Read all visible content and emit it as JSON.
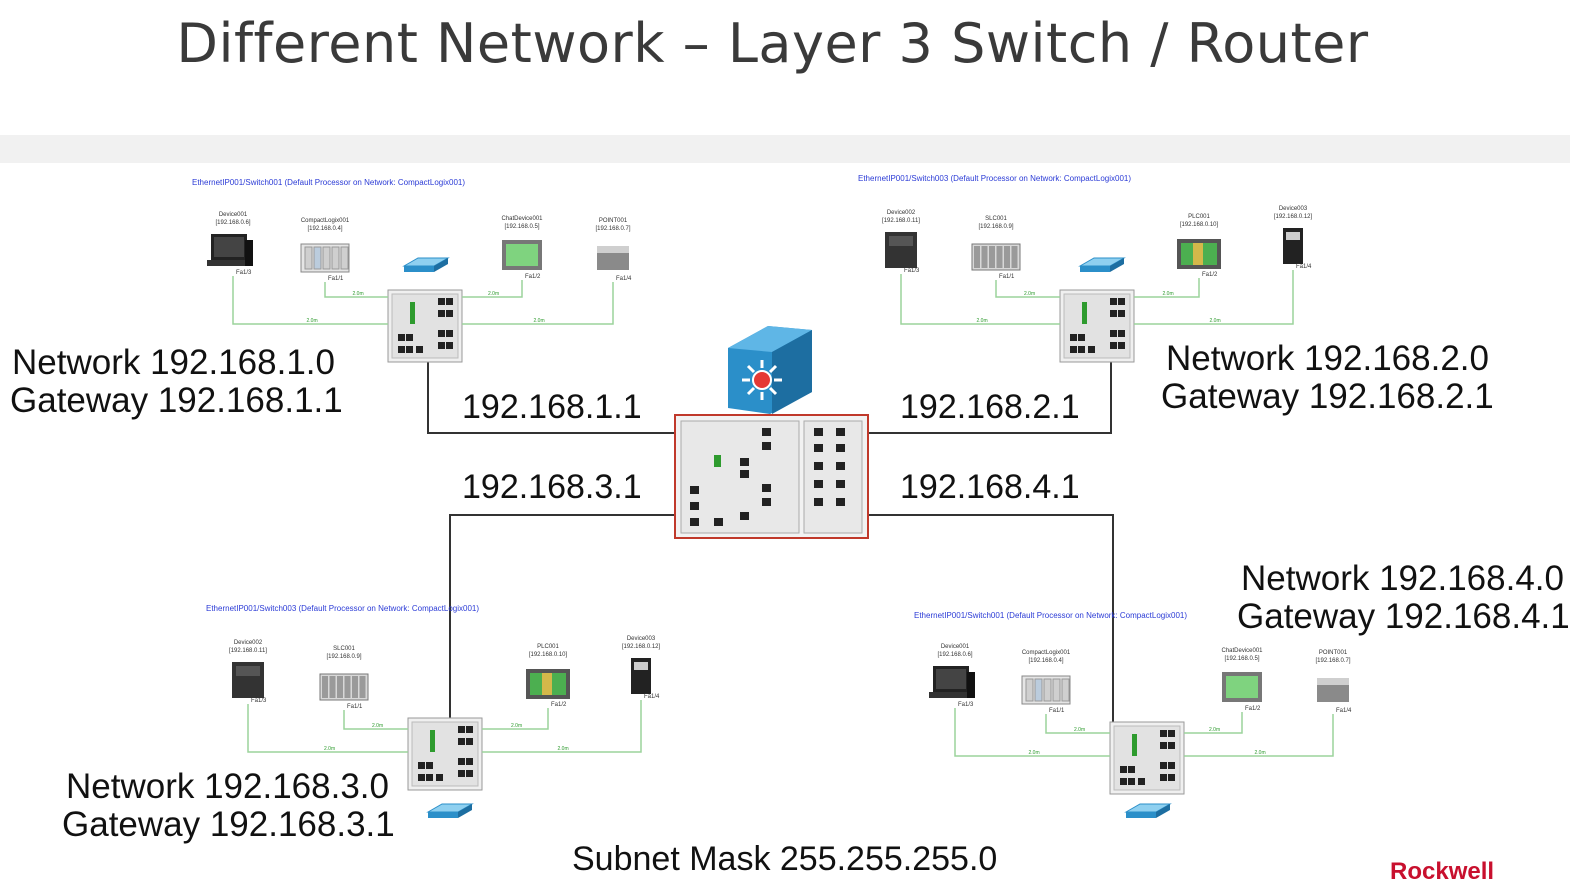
{
  "title": "Different Network – Layer 3 Switch / Router",
  "brand": "Rockwell",
  "subnet_mask": "Subnet Mask 255.255.255.0",
  "router_ports": [
    "192.168.1.1",
    "192.168.2.1",
    "192.168.3.1",
    "192.168.4.1"
  ],
  "networks": [
    {
      "network": "Network 192.168.1.0",
      "gateway": "Gateway 192.168.1.1"
    },
    {
      "network": "Network 192.168.2.0",
      "gateway": "Gateway 192.168.2.1"
    },
    {
      "network": "Network 192.168.3.0",
      "gateway": "Gateway 192.168.3.1"
    },
    {
      "network": "Network 192.168.4.0",
      "gateway": "Gateway 192.168.4.1"
    }
  ],
  "clusters": [
    {
      "header": "EthernetIP001/Switch001 (Default Processor on Network: CompactLogix001)",
      "devices": [
        {
          "name": "Device001",
          "ip": "[192.168.0.6]",
          "port": "Fa1/3",
          "kind": "pc"
        },
        {
          "name": "CompactLogix001",
          "ip": "[192.168.0.4]",
          "port": "Fa1/1",
          "kind": "rack"
        },
        {
          "name": "ChatDevice001",
          "ip": "[192.168.0.5]",
          "port": "Fa1/2",
          "kind": "panel"
        },
        {
          "name": "POINT001",
          "ip": "[192.168.0.7]",
          "port": "Fa1/4",
          "kind": "io"
        }
      ],
      "cable": "2.0m"
    },
    {
      "header": "EthernetIP001/Switch003 (Default Processor on Network: CompactLogix001)",
      "devices": [
        {
          "name": "Device002",
          "ip": "[192.168.0.11]",
          "port": "Fa1/3",
          "kind": "drive"
        },
        {
          "name": "SLC001",
          "ip": "[192.168.0.9]",
          "port": "Fa1/1",
          "kind": "slc"
        },
        {
          "name": "PLC001",
          "ip": "[192.168.0.10]",
          "port": "Fa1/2",
          "kind": "plc"
        },
        {
          "name": "Device003",
          "ip": "[192.168.0.12]",
          "port": "Fa1/4",
          "kind": "small"
        }
      ],
      "cable": "2.0m"
    },
    {
      "header": "EthernetIP001/Switch003 (Default Processor on Network: CompactLogix001)",
      "devices": [
        {
          "name": "Device002",
          "ip": "[192.168.0.11]",
          "port": "Fa1/3",
          "kind": "drive"
        },
        {
          "name": "SLC001",
          "ip": "[192.168.0.9]",
          "port": "Fa1/1",
          "kind": "slc"
        },
        {
          "name": "PLC001",
          "ip": "[192.168.0.10]",
          "port": "Fa1/2",
          "kind": "plc"
        },
        {
          "name": "Device003",
          "ip": "[192.168.0.12]",
          "port": "Fa1/4",
          "kind": "small"
        }
      ],
      "cable": "2.0m"
    },
    {
      "header": "EthernetIP001/Switch001 (Default Processor on Network: CompactLogix001)",
      "devices": [
        {
          "name": "Device001",
          "ip": "[192.168.0.6]",
          "port": "Fa1/3",
          "kind": "pc"
        },
        {
          "name": "CompactLogix001",
          "ip": "[192.168.0.4]",
          "port": "Fa1/1",
          "kind": "rack"
        },
        {
          "name": "ChatDevice001",
          "ip": "[192.168.0.5]",
          "port": "Fa1/2",
          "kind": "panel"
        },
        {
          "name": "POINT001",
          "ip": "[192.168.0.7]",
          "port": "Fa1/4",
          "kind": "io"
        }
      ],
      "cable": "2.0m"
    }
  ]
}
